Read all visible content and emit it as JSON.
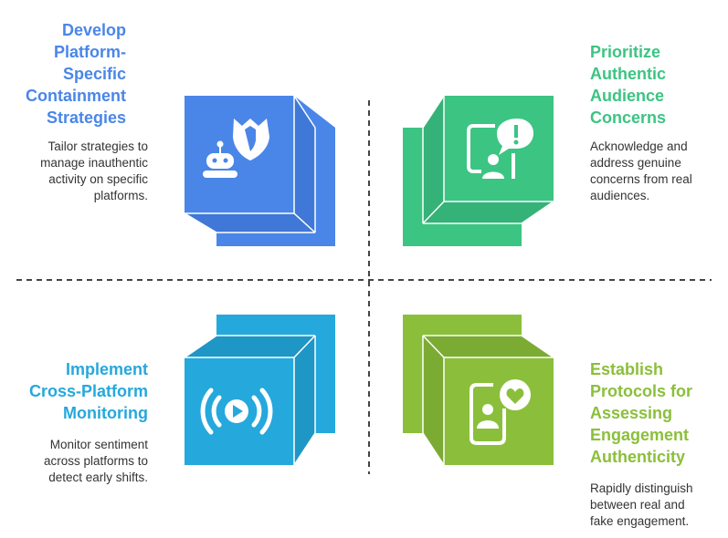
{
  "colors": {
    "blue": "#4a86e8",
    "blue_light": "#3c78d8",
    "green": "#3cc483",
    "green_dark": "#32ad72",
    "cyan": "#25a8dc",
    "cyan_dark": "#1e93c2",
    "olive": "#8bbf3b",
    "olive_dark": "#7aa932",
    "divider": "#444444"
  },
  "quadrants": {
    "top_left": {
      "title_lines": [
        "Develop",
        "Platform-",
        "Specific",
        "Containment",
        "Strategies"
      ],
      "desc_lines": [
        "Tailor strategies to",
        "manage inauthentic",
        "activity on specific",
        "platforms."
      ],
      "icons": [
        "shield-icon",
        "robot-icon"
      ]
    },
    "top_right": {
      "title_lines": [
        "Prioritize",
        "Authentic",
        "Audience",
        "Concerns"
      ],
      "desc_lines": [
        "Acknowledge and",
        "address genuine",
        "concerns from real",
        "audiences."
      ],
      "icons": [
        "phone-user-alert-icon"
      ]
    },
    "bottom_left": {
      "title_lines": [
        "Implement",
        "Cross-Platform",
        "Monitoring"
      ],
      "desc_lines": [
        "Monitor sentiment",
        "across platforms to",
        "detect early shifts."
      ],
      "icons": [
        "broadcast-play-icon"
      ]
    },
    "bottom_right": {
      "title_lines": [
        "Establish",
        "Protocols for",
        "Assessing",
        "Engagement",
        "Authenticity"
      ],
      "desc_lines": [
        "Rapidly distinguish",
        "between real and",
        "fake engagement."
      ],
      "icons": [
        "phone-user-heart-icon"
      ]
    }
  }
}
